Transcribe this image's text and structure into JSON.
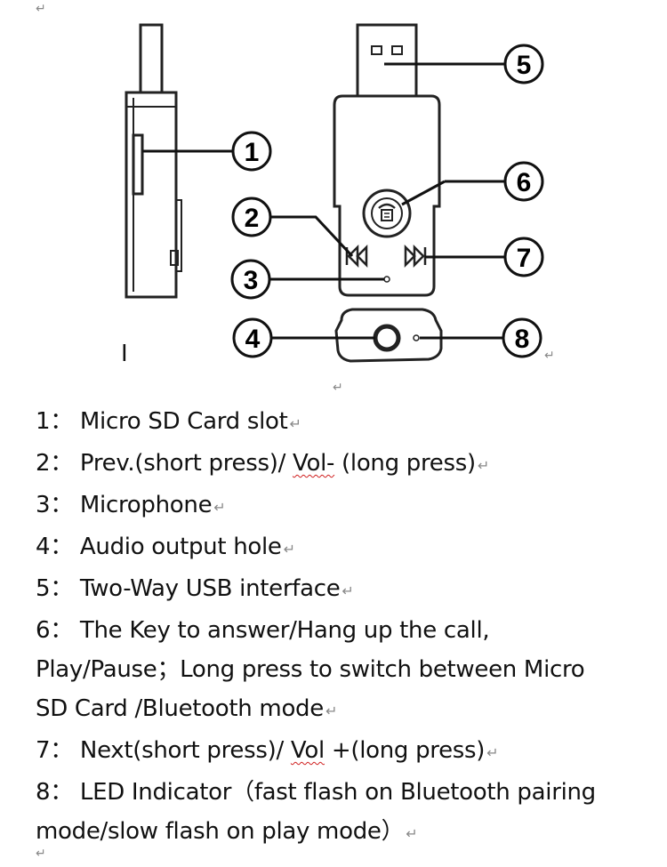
{
  "return_mark": "↵",
  "cursor_mark": "I",
  "callouts": [
    "1",
    "2",
    "3",
    "4",
    "5",
    "6",
    "7",
    "8"
  ],
  "legend": [
    {
      "number": "1",
      "sep": "：",
      "text": "Micro SD Card slot",
      "mark": "↵"
    },
    {
      "number": "2",
      "sep": "：",
      "text_before": "Prev.(short press)/ ",
      "squiggle": "Vol-",
      "text_after": " (long press)",
      "mark": "↵"
    },
    {
      "number": "3",
      "sep": "：",
      "text": "Microphone",
      "mark": "↵"
    },
    {
      "number": "4",
      "sep": "：",
      "text": "Audio output hole",
      "mark": "↵"
    },
    {
      "number": "5",
      "sep": "：",
      "text": "Two-Way USB interface",
      "mark": "↵"
    },
    {
      "number": "6",
      "sep": "：",
      "text": "The Key to answer/Hang up the call,",
      "cont1": "Play/Pause；Long press to switch between Micro",
      "cont2": "SD Card /Bluetooth mode",
      "mark": "↵"
    },
    {
      "number": "7",
      "sep": "：",
      "text_before": "Next(short press)/ ",
      "squiggle": "Vol",
      "text_after": " +(long press)",
      "mark": "↵"
    },
    {
      "number": "8",
      "sep": "：",
      "text": "LED Indicator（fast flash on Bluetooth pairing",
      "cont1": "mode/slow flash on play mode）",
      "mark": "↵"
    }
  ]
}
